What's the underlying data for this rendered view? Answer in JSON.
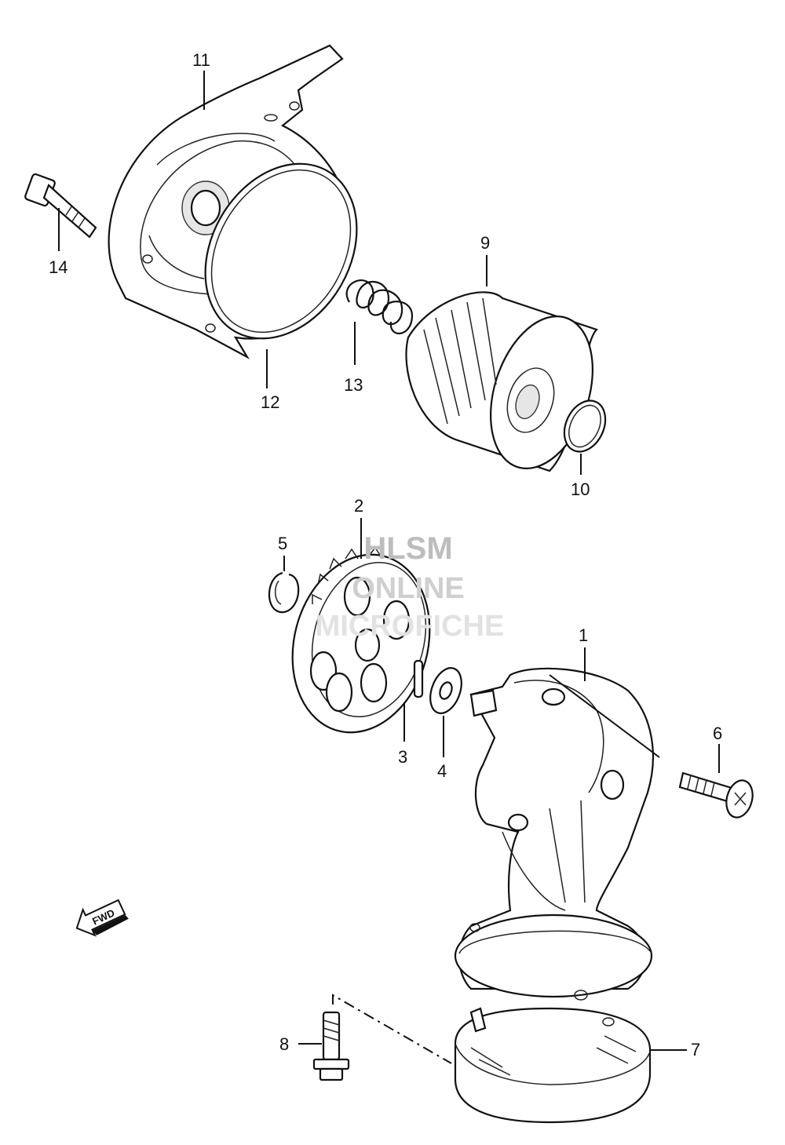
{
  "watermark": {
    "line1": "HLSM",
    "line2": "ONLINE",
    "line3": "MICROFICHE"
  },
  "fwd_arrow": {
    "label": "FWD"
  },
  "callouts": {
    "c1": "1",
    "c2": "2",
    "c3": "3",
    "c4": "4",
    "c5": "5",
    "c6": "6",
    "c7": "7",
    "c8": "8",
    "c9": "9",
    "c10": "10",
    "c11": "11",
    "c12": "12",
    "c13": "13",
    "c14": "14"
  }
}
